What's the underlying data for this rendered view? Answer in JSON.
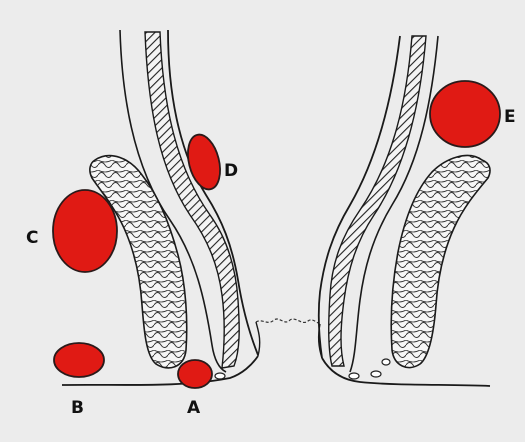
{
  "labels": {
    "a": "A",
    "b": "B",
    "c": "C",
    "d": "D",
    "e": "E"
  },
  "colors": {
    "abscess": "#e01a14",
    "outline": "#2a1a1a",
    "background": "#ececec",
    "line": "#1a1a1a"
  }
}
